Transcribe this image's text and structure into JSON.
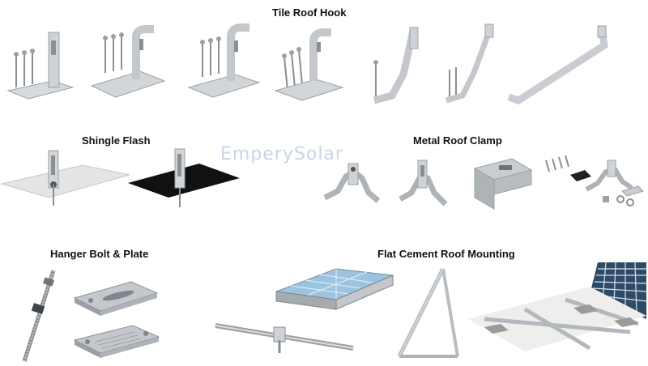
{
  "sections": {
    "tile_roof_hook": "Tile Roof Hook",
    "shingle_flash": "Shingle Flash",
    "metal_roof_clamp": "Metal Roof Clamp",
    "hanger_bolt_plate": "Hanger Bolt & Plate",
    "flat_cement_roof_mounting": "Flat Cement Roof Mounting"
  },
  "watermark": "EmperySolar",
  "colors": {
    "metal_light": "#d9dcdf",
    "metal_mid": "#b3b8bd",
    "metal_dark": "#7f858b",
    "flash_black": "#111111",
    "panel_blue": "#9cc4e0",
    "concrete": "#9a9a96"
  }
}
